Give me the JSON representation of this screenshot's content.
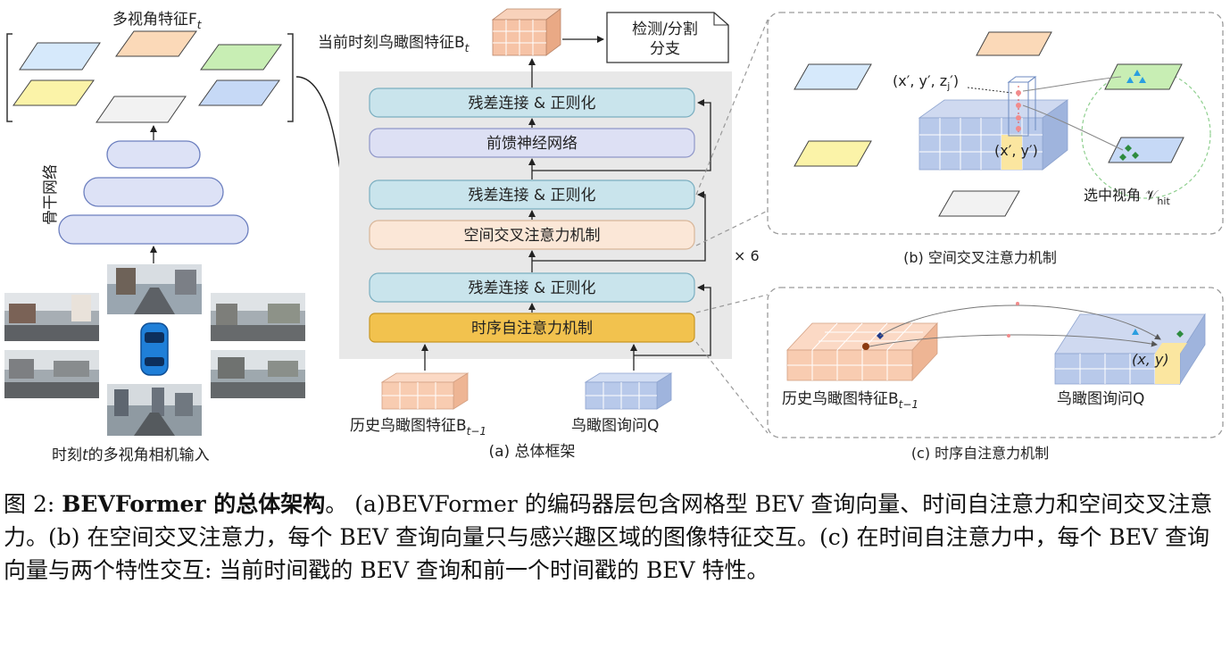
{
  "panel_a": {
    "multi_view_features": "多视角特征F",
    "multi_view_features_sub": "t",
    "backbone": "骨干网络",
    "camera_input_prefix": "时刻",
    "camera_input_var": "t",
    "camera_input_suffix": "的多视角相机输入",
    "current_bev": "当前时刻鸟瞰图特征B",
    "current_bev_sub": "t",
    "det_seg_line1": "检测/分割",
    "det_seg_line2": "分支",
    "layers": {
      "addnorm": "残差连接 & 正则化",
      "ffn": "前馈神经网络",
      "sca": "空间交叉注意力机制",
      "tsa": "时序自注意力机制"
    },
    "repeat": "× 6",
    "history_bev": "历史鸟瞰图特征B",
    "history_bev_sub": "t−1",
    "bev_query": "鸟瞰图询问Q",
    "title": "(a)  总体框架"
  },
  "panel_b": {
    "coord_3d": "(x′, y′, z",
    "coord_3d_sub": "j",
    "coord_3d_end": "′)",
    "coord_2d": "(x′, y′)",
    "hit_views": "选中视角 𝒱",
    "hit_views_sub": "hit",
    "title": "(b) 空间交叉注意力机制"
  },
  "panel_c": {
    "history_bev": "历史鸟瞰图特征B",
    "history_bev_sub": "t−1",
    "bev_query": "鸟瞰图询问Q",
    "coord": "(x, y)",
    "title": "(c) 时序自注意力机制"
  },
  "caption": {
    "fig_label": "图 2: ",
    "bold_title": "BEVFormer 的总体架构",
    "text": "。 (a)BEVFormer 的编码器层包含网格型 BEV 查询向量、时间自注意力和空间交叉注意力。(b) 在空间交叉注意力，每个 BEV 查询向量只与感兴趣区域的图像特征交互。(c) 在时间自注意力中，每个 BEV 查询向量与两个特性交互: 当前时间戳的 BEV 查询和前一个时间戳的 BEV 特性。"
  },
  "colors": {
    "layer_teal": "#c9e4ec",
    "layer_lavender": "#dde0f4",
    "layer_peach": "#fbe7d7",
    "layer_gold": "#f2c24e",
    "encoder_bg": "#e8e8e8",
    "bev_orange": "#f6c3a6",
    "bev_blue": "#b8c9ea",
    "highlight_yellow": "#fbe6a0"
  }
}
